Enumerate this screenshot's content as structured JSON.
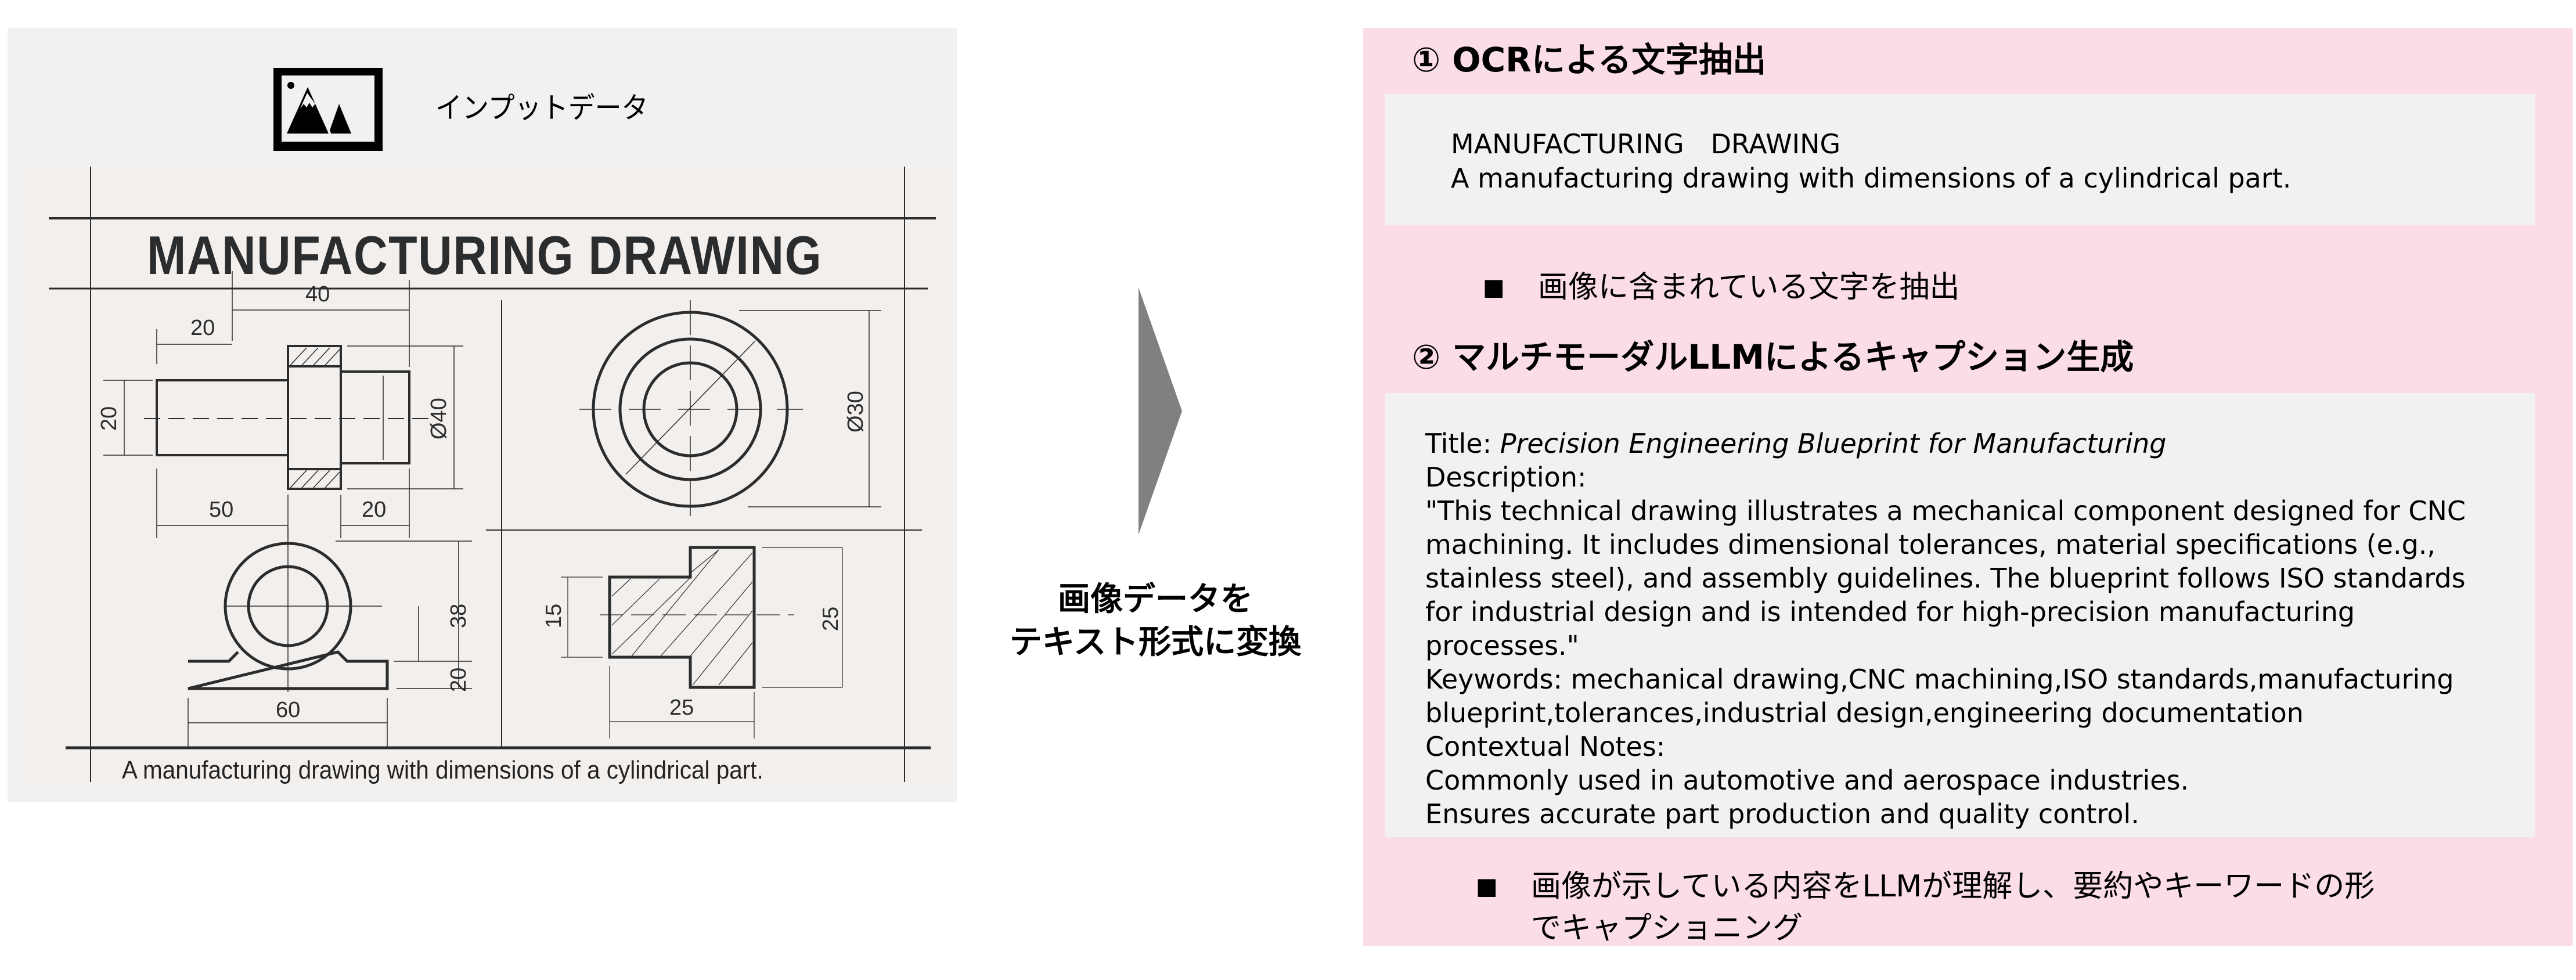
{
  "input_panel": {
    "icon": "image-mountain-icon",
    "label": "インプットデータ",
    "drawing": {
      "title": "MANUFACTURING DRAWING",
      "caption": "A manufacturing drawing with dimensions of a cylindrical part.",
      "side_view_dims": {
        "top_total": "40",
        "top_left": "20",
        "height_left": "20",
        "diameter": "Ø40",
        "bottom_left": "50",
        "bottom_right": "20"
      },
      "front_view_dims": {
        "diameter": "Ø30"
      },
      "support_view_dims": {
        "height": "38",
        "base_height": "20",
        "width": "60"
      },
      "section_view_dims": {
        "left_height": "15",
        "right_height": "25",
        "width": "25"
      }
    }
  },
  "transition": {
    "arrow_color": "#808080",
    "label_line1": "画像データを",
    "label_line2": "テキスト形式に変換"
  },
  "output_panel": {
    "background": "#fadde5",
    "step1": {
      "heading": "① OCRによる文字抽出",
      "ocr_lines": [
        "MANUFACTURING　DRAWING",
        "A manufacturing drawing with dimensions of a cylindrical part."
      ],
      "bullet": "■",
      "note": "画像に含まれている文字を抽出"
    },
    "step2": {
      "heading": "② マルチモーダルLLMによるキャプション生成",
      "title_label": "Title: ",
      "title_value": "Precision Engineering Blueprint for Manufacturing",
      "description_label": "Description:",
      "description_lines": [
        "\"This technical drawing illustrates a mechanical component designed for CNC",
        "machining. It includes dimensional tolerances, material specifications (e.g.,",
        "stainless steel), and assembly guidelines. The blueprint follows ISO standards",
        "for industrial design and is intended for high-precision manufacturing",
        "processes.\""
      ],
      "keywords_lines": [
        "Keywords: mechanical drawing,CNC machining,ISO standards,manufacturing",
        "blueprint,tolerances,industrial design,engineering documentation"
      ],
      "notes_label": "Contextual Notes:",
      "notes_lines": [
        "Commonly used in automotive and aerospace industries.",
        "Ensures accurate part production and quality control."
      ],
      "bullet": "■",
      "note": "画像が示している内容をLLMが理解し、要約やキーワードの形でキャプショニング"
    }
  }
}
